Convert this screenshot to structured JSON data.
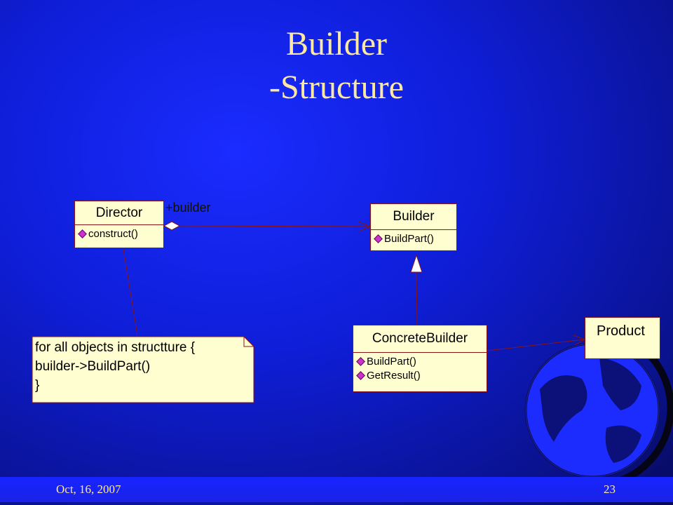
{
  "slide": {
    "title_line1": "Builder",
    "title_line2": "-Structure",
    "footer_date": "Oct,  16, 2007",
    "page_number": "23"
  },
  "diagram": {
    "classes": {
      "director": {
        "name": "Director",
        "op": "construct()"
      },
      "builder": {
        "name": "Builder",
        "op": "BuildPart()"
      },
      "concrete_builder": {
        "name": "ConcreteBuilder",
        "ops": [
          "BuildPart()",
          "GetResult()"
        ]
      },
      "product": {
        "name": "Product"
      }
    },
    "association_role": "+builder",
    "note_lines": [
      "for all objects in structture {",
      "builder->BuildPart()",
      "}"
    ]
  },
  "colors": {
    "title_text": "#fbe9a3",
    "box_fill": "#fffed0",
    "line": "#8a1414"
  }
}
